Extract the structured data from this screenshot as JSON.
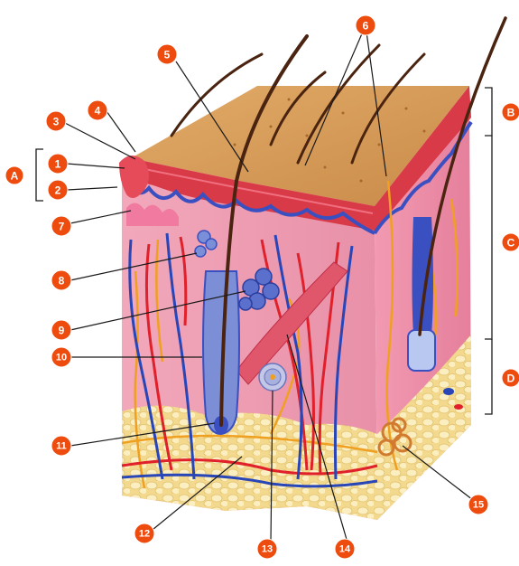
{
  "callouts": [
    "1",
    "2",
    "3",
    "4",
    "5",
    "6",
    "7",
    "8",
    "9",
    "10",
    "11",
    "12",
    "13",
    "14",
    "15"
  ],
  "layer_letters": [
    "A",
    "B",
    "C",
    "D"
  ],
  "colors": {
    "badge": "#ee4b0f",
    "leader_line": "#1a1a1a",
    "skin_surface": "#d59a55",
    "epidermis": "#d43a4a",
    "dermis": "#f1a3b6",
    "subcutaneous_fat": "#f2dc98",
    "artery": "#e0202a",
    "vein": "#2846b8",
    "nerve": "#f0a020",
    "hair": "#4a2410"
  }
}
